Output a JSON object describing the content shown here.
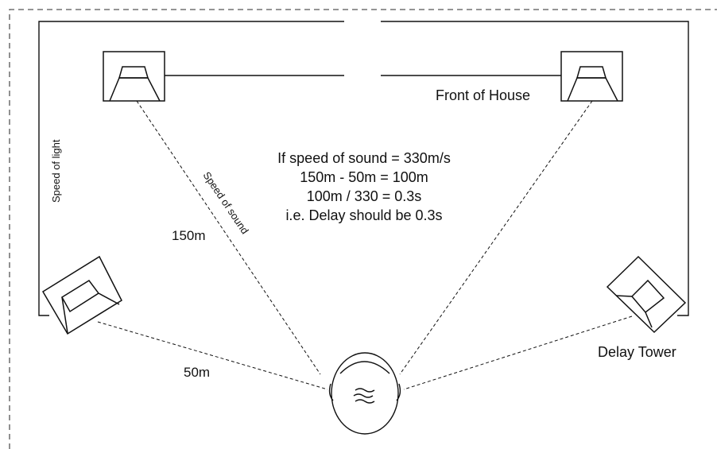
{
  "labels": {
    "front_of_house": "Front of House",
    "delay_tower": "Delay Tower",
    "speed_of_light": "Speed of light",
    "speed_of_sound": "Speed of sound",
    "dist_150": "150m",
    "dist_50": "50m"
  },
  "calculation": [
    "If speed of sound = 330m/s",
    "150m - 50m = 100m",
    "100m / 330 = 0.3s",
    "i.e. Delay should be 0.3s"
  ],
  "colors": {
    "line": "#111111",
    "boundary": "#555555",
    "background": "#ffffff"
  }
}
